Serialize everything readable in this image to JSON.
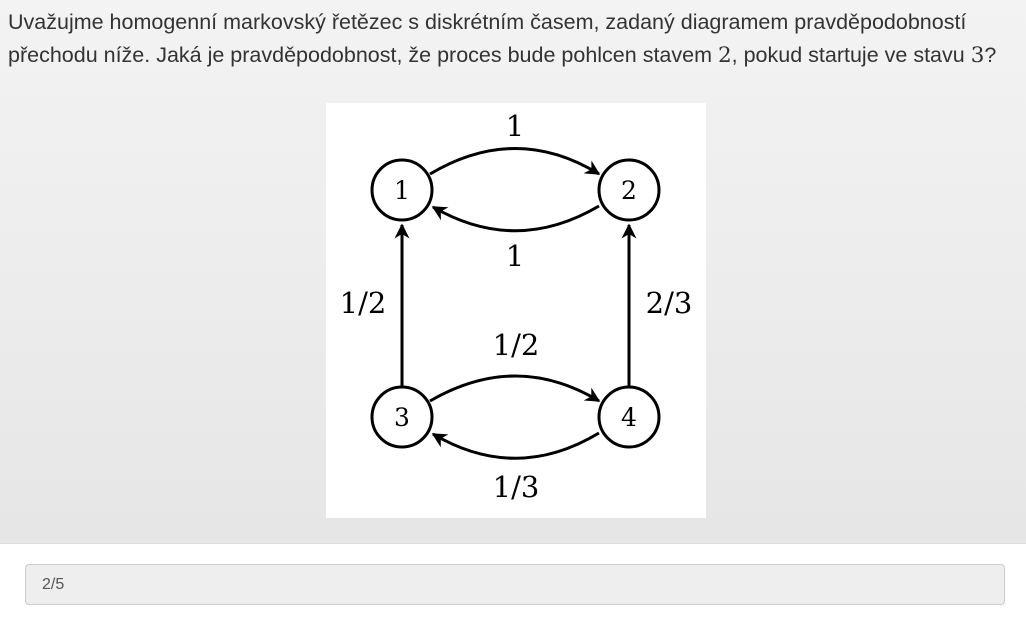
{
  "question": {
    "text_before_state_a": "Uvažujme homogenní markovský řetězec s diskrétním časem, zadaný diagramem pravděpodobností přechodu níže. Jaká je pravděpodobnost, že proces bude pohlcen stavem ",
    "state_a": "2",
    "text_middle": ", pokud startuje ve stavu ",
    "state_b": "3",
    "text_end": "?"
  },
  "diagram": {
    "nodes": {
      "n1": "1",
      "n2": "2",
      "n3": "3",
      "n4": "4"
    },
    "edges": {
      "e12": "1",
      "e21": "1",
      "e31": "1/2",
      "e42": "2/3",
      "e34": "1/2",
      "e43": "1/3"
    }
  },
  "answer": {
    "value": "2/5"
  }
}
